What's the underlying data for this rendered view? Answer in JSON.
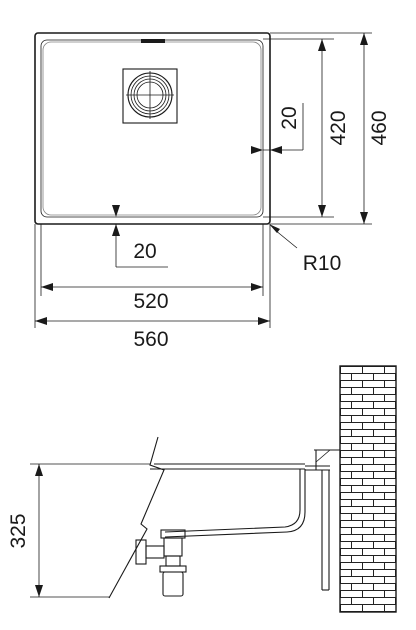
{
  "dimensions": {
    "inner_margin_right": "20",
    "inner_depth": "420",
    "outer_depth": "460",
    "inner_margin_bottom": "20",
    "corner_radius": "R10",
    "inner_width": "520",
    "outer_width": "560",
    "bowl_height": "325"
  }
}
